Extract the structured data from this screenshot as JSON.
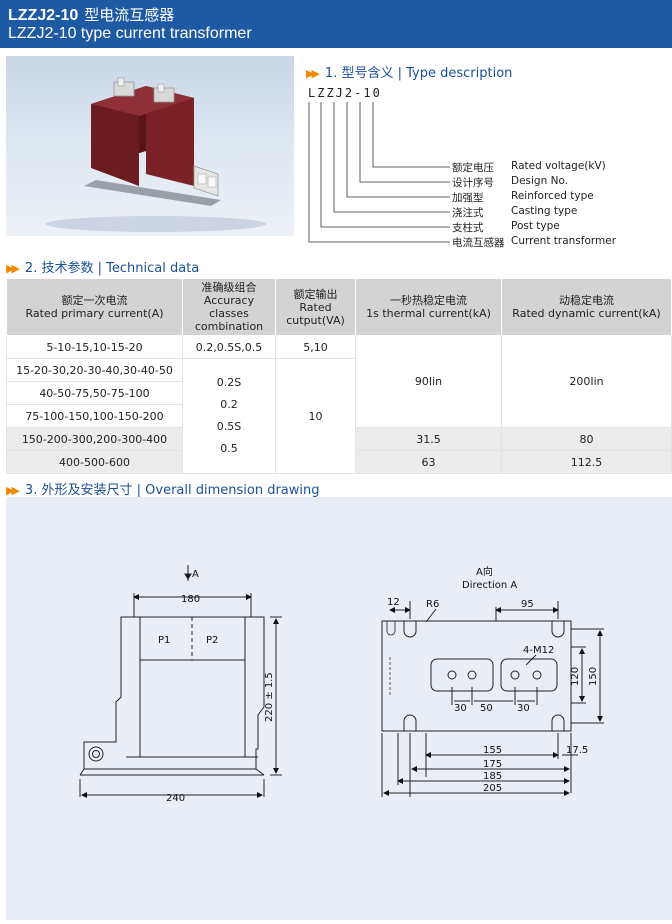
{
  "header": {
    "model": "LZZJ2-10",
    "title_cn": "型电流互感器",
    "title_en": "LZZJ2-10 type current transformer"
  },
  "section1": {
    "number": "1.",
    "title_cn": "型号含义",
    "title_en": "Type description"
  },
  "type_code": "LZZJ2-10",
  "type_items": [
    {
      "cn": "额定电压",
      "en": "Rated voltage(kV)"
    },
    {
      "cn": "设计序号",
      "en": "Design No."
    },
    {
      "cn": "加强型",
      "en": "Reinforced type"
    },
    {
      "cn": "浇注式",
      "en": "Casting type"
    },
    {
      "cn": "支柱式",
      "en": "Post type"
    },
    {
      "cn": "电流互感器",
      "en": "Current transformer"
    }
  ],
  "section2": {
    "number": "2.",
    "title_cn": "技术参数",
    "title_en": "Technical data"
  },
  "table": {
    "headers": [
      {
        "cn": "额定一次电流",
        "en": "Rated primary current(A)"
      },
      {
        "cn": "准确级组合",
        "en1": "Accuracy",
        "en2": "classes",
        "en3": "combination"
      },
      {
        "cn": "额定输出",
        "en1": "Rated",
        "en2": "cutput(VA)"
      },
      {
        "cn": "一秒热稳定电流",
        "en": "1s thermal current(kA)"
      },
      {
        "cn": "动稳定电流",
        "en": "Rated dynamic current(kA)"
      }
    ],
    "primary": [
      "5-10-15,10-15-20",
      "15-20-30,20-30-40,30-40-50",
      "40-50-75,50-75-100",
      "75-100-150,100-150-200",
      "150-200-300,200-300-400",
      "400-500-600"
    ],
    "accuracy": [
      "0.2,0.5S,0.5",
      "0.2S",
      "0.2",
      "0.5S",
      "0.5"
    ],
    "output": [
      "5,10",
      "10"
    ],
    "thermal": [
      "90Iin",
      "31.5",
      "63"
    ],
    "dynamic": [
      "200Iin",
      "80",
      "112.5"
    ]
  },
  "section3": {
    "number": "3.",
    "title_cn": "外形及安装尺寸",
    "title_en": "Overall dimension drawing"
  },
  "drawing": {
    "arrow_label": "A",
    "view_label_cn": "A向",
    "view_label_en": "Direction A",
    "left": {
      "width_top": "180",
      "height": "220 ± 1.5",
      "width_bottom": "240",
      "p1": "P1",
      "p2": "P2"
    },
    "right": {
      "d12": "12",
      "r6": "R6",
      "d95": "95",
      "m12": "4-M12",
      "d120": "120",
      "d150": "150",
      "d30a": "30",
      "d50": "50",
      "d30b": "30",
      "d155": "155",
      "d175": "175",
      "d185": "185",
      "d205": "205",
      "d17_5": "17.5"
    }
  },
  "colors": {
    "header": "#1e5aa3",
    "section_text": "#1b4f9a",
    "accent_arrow": "#f08a00",
    "drawing_bg": "#e9eef6",
    "product_body": "#6b1c1f"
  }
}
